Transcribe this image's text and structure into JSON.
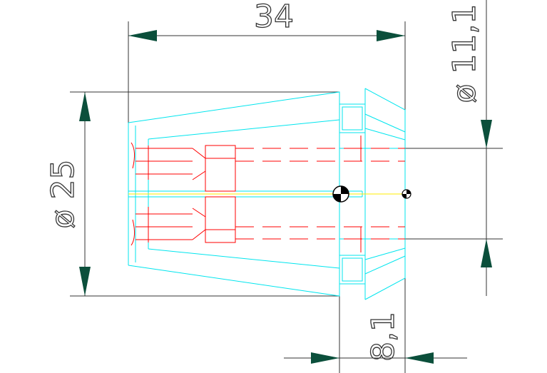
{
  "dimensions": {
    "length": "34",
    "outer_diameter": "ø 25",
    "inner_diameter": "ø 11,1",
    "step_length": "8,1"
  },
  "colors": {
    "dimension": "#333333",
    "extension": "#333333",
    "outline": "#00e5ee",
    "hidden": "#ff0000",
    "centerline": "#ffee00",
    "marker": "#000000"
  },
  "icons": {
    "centroid_marker": "center-of-mass-icon"
  }
}
